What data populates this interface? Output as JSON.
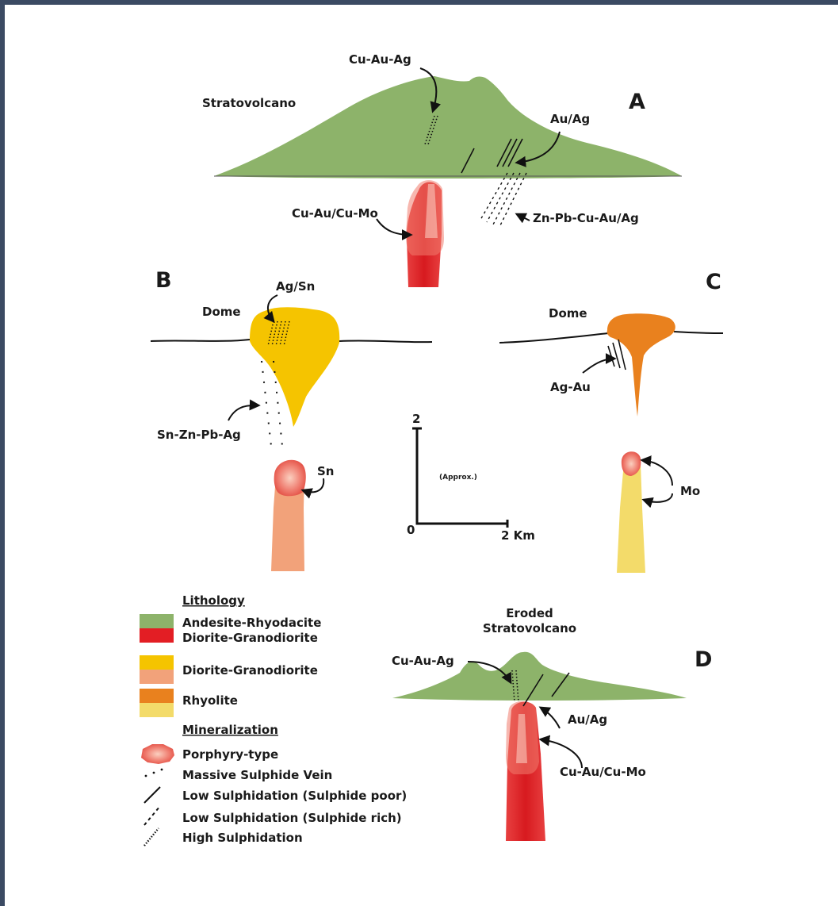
{
  "panels": {
    "a": {
      "letter": "A",
      "title": "Stratovolcano",
      "labels": {
        "cu_au_ag": "Cu-Au-Ag",
        "au_ag": "Au/Ag",
        "cu_au_cu_mo": "Cu-Au/Cu-Mo",
        "zn_pb_cu_au_ag": "Zn-Pb-Cu-Au/Ag"
      }
    },
    "b": {
      "letter": "B",
      "title": "Dome",
      "labels": {
        "ag_sn": "Ag/Sn",
        "sn_zn_pb_ag": "Sn-Zn-Pb-Ag",
        "sn": "Sn"
      }
    },
    "c": {
      "letter": "C",
      "title": "Dome",
      "labels": {
        "ag_au": "Ag-Au",
        "mo": "Mo"
      }
    },
    "d": {
      "letter": "D",
      "title_line1": "Eroded",
      "title_line2": "Stratovolcano",
      "labels": {
        "cu_au_ag": "Cu-Au-Ag",
        "au_ag": "Au/Ag",
        "cu_au_cu_mo": "Cu-Au/Cu-Mo"
      }
    }
  },
  "scale": {
    "vertical": "2",
    "origin": "0",
    "horizontal": "2 Km",
    "note": "(Approx.)"
  },
  "legend": {
    "lithology_heading": "Lithology",
    "lithology": [
      {
        "label": "Andesite-Rhyodacite",
        "color": "#8db36a"
      },
      {
        "label": "Diorite-Granodiorite",
        "color": "#e31e24"
      },
      {
        "label": "Diorite-Granodiorite",
        "color": "#f5c400",
        "color2": "#f2a27a"
      },
      {
        "label": "Rhyolite",
        "color": "#e9811e",
        "color2": "#f3db6a"
      }
    ],
    "mineralization_heading": "Mineralization",
    "mineralization": [
      {
        "label": "Porphyry-type",
        "symbol": "porphyry-blob"
      },
      {
        "label": "Massive Sulphide Vein",
        "symbol": "sparse-dots"
      },
      {
        "label": "Low Sulphidation (Sulphide poor)",
        "symbol": "solid-line"
      },
      {
        "label": "Low Sulphidation (Sulphide rich)",
        "symbol": "dashed-line"
      },
      {
        "label": "High Sulphidation",
        "symbol": "dense-dots"
      }
    ]
  },
  "colors": {
    "andesite": "#8db36a",
    "red_intrusion": "#e31e24",
    "dome_yellow": "#f5c400",
    "salmon": "#f2a27a",
    "rhyolite": "#e9811e",
    "pale_yellow": "#f3db6a",
    "frame": "#3b4a63"
  }
}
